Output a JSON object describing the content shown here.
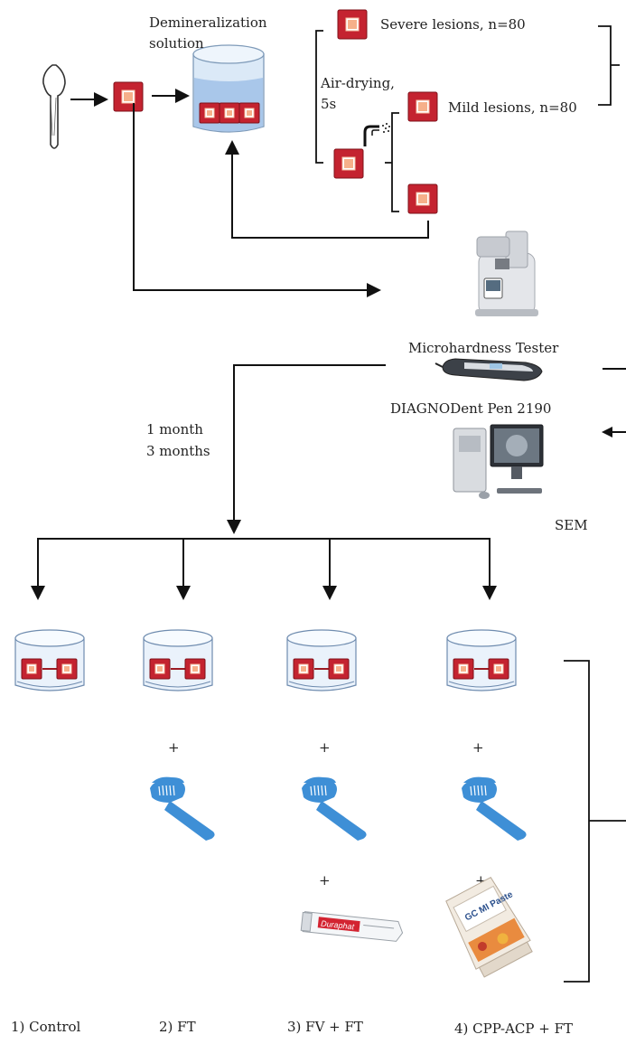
{
  "labels": {
    "demineralization_line1": "Demineralization",
    "demineralization_line2": "solution",
    "severe_lesions": "Severe lesions, n=80",
    "mild_lesions": "Mild lesions, n=80",
    "air_drying_line1": "Air-drying,",
    "air_drying_line2": "5s",
    "microhardness_tester": "Microhardness Tester",
    "diagnodent_pen": "DIAGNODent Pen 2190",
    "time_line1": "1 month",
    "time_line2": "3 months",
    "sem": "SEM",
    "plus": "+"
  },
  "groups": [
    {
      "label": "1) Control"
    },
    {
      "label": "2) FT"
    },
    {
      "label": "3) FV + FT"
    },
    {
      "label": "4) CPP-ACP + FT"
    }
  ],
  "products": {
    "fluoride_varnish_brand": "Duraphat",
    "cpp_acp_brand": "GC MI Paste"
  }
}
